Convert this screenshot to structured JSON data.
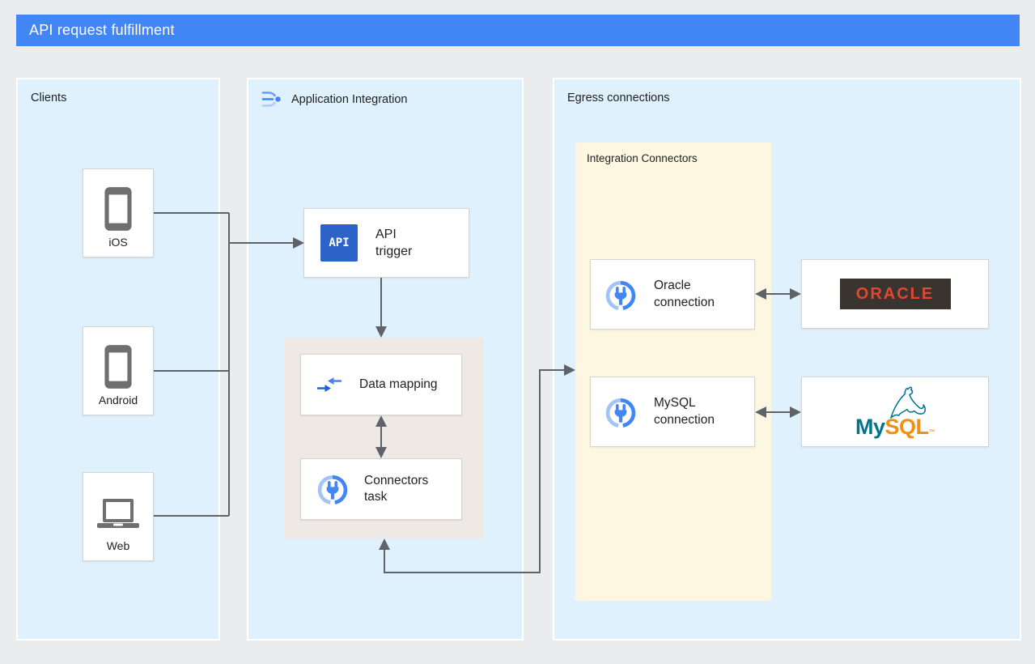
{
  "banner": {
    "title": "API request fulfillment"
  },
  "panels": {
    "clients": {
      "title": "Clients"
    },
    "app_integration": {
      "title": "Application Integration"
    },
    "egress": {
      "title": "Egress connections"
    },
    "integration_connectors": {
      "title": "Integration Connectors"
    }
  },
  "nodes": {
    "ios": {
      "label": "iOS"
    },
    "android": {
      "label": "Android"
    },
    "web": {
      "label": "Web"
    },
    "api_trigger": {
      "label": "API trigger",
      "icon_text": "API"
    },
    "data_mapping": {
      "label": "Data mapping"
    },
    "connectors_task": {
      "label": "Connectors task"
    },
    "oracle_connection": {
      "label": "Oracle connection"
    },
    "mysql_connection": {
      "label": "MySQL connection"
    },
    "oracle_db": {
      "wordmark": "ORACLE"
    },
    "mysql_db": {
      "wordmark_my": "My",
      "wordmark_sql": "SQL",
      "trademark": "™"
    }
  },
  "icons": {
    "app_integration": "application-integration-icon",
    "api_trigger": "api-trigger-icon",
    "data_mapping": "data-mapping-icon",
    "connectors_plug": "connectors-plug-icon",
    "smartphone": "smartphone-icon",
    "laptop": "laptop-icon",
    "mysql_dolphin": "mysql-dolphin-icon"
  },
  "colors": {
    "banner_bg": "#4285f4",
    "page_bg": "#ebeced",
    "panel_bg": "#def1fc",
    "connectors_group_bg": "#fdf7e2",
    "task_group_bg": "#efe9e5",
    "line": "#5f6368",
    "api_icon_bg": "#2d62c9",
    "google_blue": "#4285f4",
    "oracle_red": "#e4472f",
    "oracle_box_bg": "#393430",
    "mysql_teal": "#00758f",
    "mysql_orange": "#f29111",
    "device_icon_gray": "#6f6f6f"
  }
}
